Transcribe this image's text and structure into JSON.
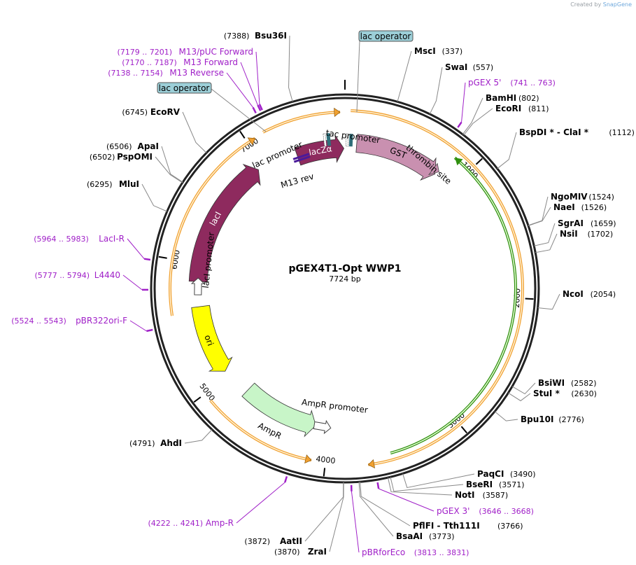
{
  "credit": {
    "prefix": "Created by",
    "brand": "SnapGene"
  },
  "plasmid": {
    "name": "pGEX4T1-Opt WWP1",
    "size_label": "7724 bp",
    "length": 7724
  },
  "colors": {
    "primer": "#a020c8",
    "orange": "#f0a030",
    "green": "#2f8f0f",
    "maroon": "#8e2a5e",
    "gst": "#c990b0",
    "ori": "#ffff00",
    "ampr": "#c8f5c8",
    "operator": "#9ccfd8"
  },
  "ticks": [
    {
      "label": "1000",
      "bp": 1000
    },
    {
      "label": "2000",
      "bp": 2000
    },
    {
      "label": "3000",
      "bp": 3000
    },
    {
      "label": "4000",
      "bp": 4000
    },
    {
      "label": "5000",
      "bp": 5000
    },
    {
      "label": "6000",
      "bp": 6000
    },
    {
      "label": "7000",
      "bp": 7000
    }
  ],
  "enzymes": [
    {
      "name": "Bsu36I",
      "pos": "(7388)",
      "bp": 7388,
      "side": "L"
    },
    {
      "name": "MscI",
      "pos": "(337)",
      "bp": 337,
      "side": "R"
    },
    {
      "name": "SwaI",
      "pos": "(557)",
      "bp": 557,
      "side": "R"
    },
    {
      "name": "BamHI",
      "pos": "(802)",
      "bp": 802,
      "side": "R"
    },
    {
      "name": "EcoRI",
      "pos": "(811)",
      "bp": 811,
      "side": "R"
    },
    {
      "name": "BspDI * - ClaI *",
      "pos": "(1112)",
      "bp": 1112,
      "side": "R"
    },
    {
      "name": "NgoMIV",
      "pos": "(1524)",
      "bp": 1524,
      "side": "R"
    },
    {
      "name": "NaeI",
      "pos": "(1526)",
      "bp": 1526,
      "side": "R"
    },
    {
      "name": "SgrAI",
      "pos": "(1659)",
      "bp": 1659,
      "side": "R"
    },
    {
      "name": "NsiI",
      "pos": "(1702)",
      "bp": 1702,
      "side": "R"
    },
    {
      "name": "NcoI",
      "pos": "(2054)",
      "bp": 2054,
      "side": "R"
    },
    {
      "name": "BsiWI",
      "pos": "(2582)",
      "bp": 2582,
      "side": "R"
    },
    {
      "name": "StuI *",
      "pos": "(2630)",
      "bp": 2630,
      "side": "R"
    },
    {
      "name": "Bpu10I",
      "pos": "(2776)",
      "bp": 2776,
      "side": "R"
    },
    {
      "name": "PaqCI",
      "pos": "(3490)",
      "bp": 3490,
      "side": "R"
    },
    {
      "name": "BseRI",
      "pos": "(3571)",
      "bp": 3571,
      "side": "R"
    },
    {
      "name": "NotI",
      "pos": "(3587)",
      "bp": 3587,
      "side": "R"
    },
    {
      "name": "PflFI - Tth111I",
      "pos": "(3766)",
      "bp": 3766,
      "side": "R"
    },
    {
      "name": "BsaAI",
      "pos": "(3773)",
      "bp": 3773,
      "side": "R"
    },
    {
      "name": "AatII",
      "pos": "(3872)",
      "bp": 3872,
      "side": "L"
    },
    {
      "name": "ZraI",
      "pos": "(3870)",
      "bp": 3870,
      "side": "L"
    },
    {
      "name": "AhdI",
      "pos": "(4791)",
      "bp": 4791,
      "side": "L"
    },
    {
      "name": "MluI",
      "pos": "(6295)",
      "bp": 6295,
      "side": "L"
    },
    {
      "name": "PspOMI",
      "pos": "(6502)",
      "bp": 6502,
      "side": "L"
    },
    {
      "name": "ApaI",
      "pos": "(6506)",
      "bp": 6506,
      "side": "L"
    },
    {
      "name": "EcoRV",
      "pos": "(6745)",
      "bp": 6745,
      "side": "L"
    }
  ],
  "primers": [
    {
      "name": "M13/pUC Forward",
      "range": "(7179 .. 7201)",
      "bp": 7190,
      "side": "L"
    },
    {
      "name": "M13 Forward",
      "range": "(7170 .. 7187)",
      "bp": 7178,
      "side": "L"
    },
    {
      "name": "M13 Reverse",
      "range": "(7138 .. 7154)",
      "bp": 7146,
      "side": "L"
    },
    {
      "name": "pGEX 5'",
      "range": "(741 .. 763)",
      "bp": 752,
      "side": "R"
    },
    {
      "name": "LacI-R",
      "range": "(5964 .. 5983)",
      "bp": 5973,
      "side": "L"
    },
    {
      "name": "L4440",
      "range": "(5777 .. 5794)",
      "bp": 5785,
      "side": "L"
    },
    {
      "name": "pBR322ori-F",
      "range": "(5524 .. 5543)",
      "bp": 5533,
      "side": "L"
    },
    {
      "name": "pGEX 3'",
      "range": "(3646 .. 3668)",
      "bp": 3657,
      "side": "R"
    },
    {
      "name": "pBRforEco",
      "range": "(3813 .. 3831)",
      "bp": 3822,
      "side": "R"
    },
    {
      "name": "Amp-R",
      "range": "(4222 .. 4241)",
      "bp": 4231,
      "side": "L"
    }
  ],
  "features": [
    {
      "name": "lacI",
      "type": "arrow",
      "start": 5850,
      "end": 6950,
      "strand": 1,
      "color": "#8e2a5e",
      "r": 210,
      "label_inside": true
    },
    {
      "name": "lacZα",
      "type": "arrow",
      "start": 7300,
      "end": 7715,
      "strand": 1,
      "color": "#8e2a5e",
      "r": 200,
      "label_inside": true
    },
    {
      "name": "GST",
      "type": "arrow",
      "start": 100,
      "end": 820,
      "strand": 1,
      "color": "#c990b0",
      "r": 208,
      "label_inside": true
    },
    {
      "name": "ori",
      "type": "arrow",
      "start": 5050,
      "end": 5640,
      "strand": -1,
      "color": "#ffff00",
      "r": 208,
      "label_inside": true
    },
    {
      "name": "AmpR",
      "type": "arrow",
      "start": 4120,
      "end": 4800,
      "strand": -1,
      "color": "#c8f5c8",
      "r": 200,
      "label_inside": false
    }
  ],
  "labels": {
    "lac_operator": "lac operator",
    "tac_promoter": "tac promoter",
    "lac_promoter": "lac promoter",
    "lacI_promoter": "lacI promoter",
    "ampr_promoter": "AmpR promoter",
    "m13_rev": "M13 rev",
    "thrombin_site": "thrombin site"
  }
}
